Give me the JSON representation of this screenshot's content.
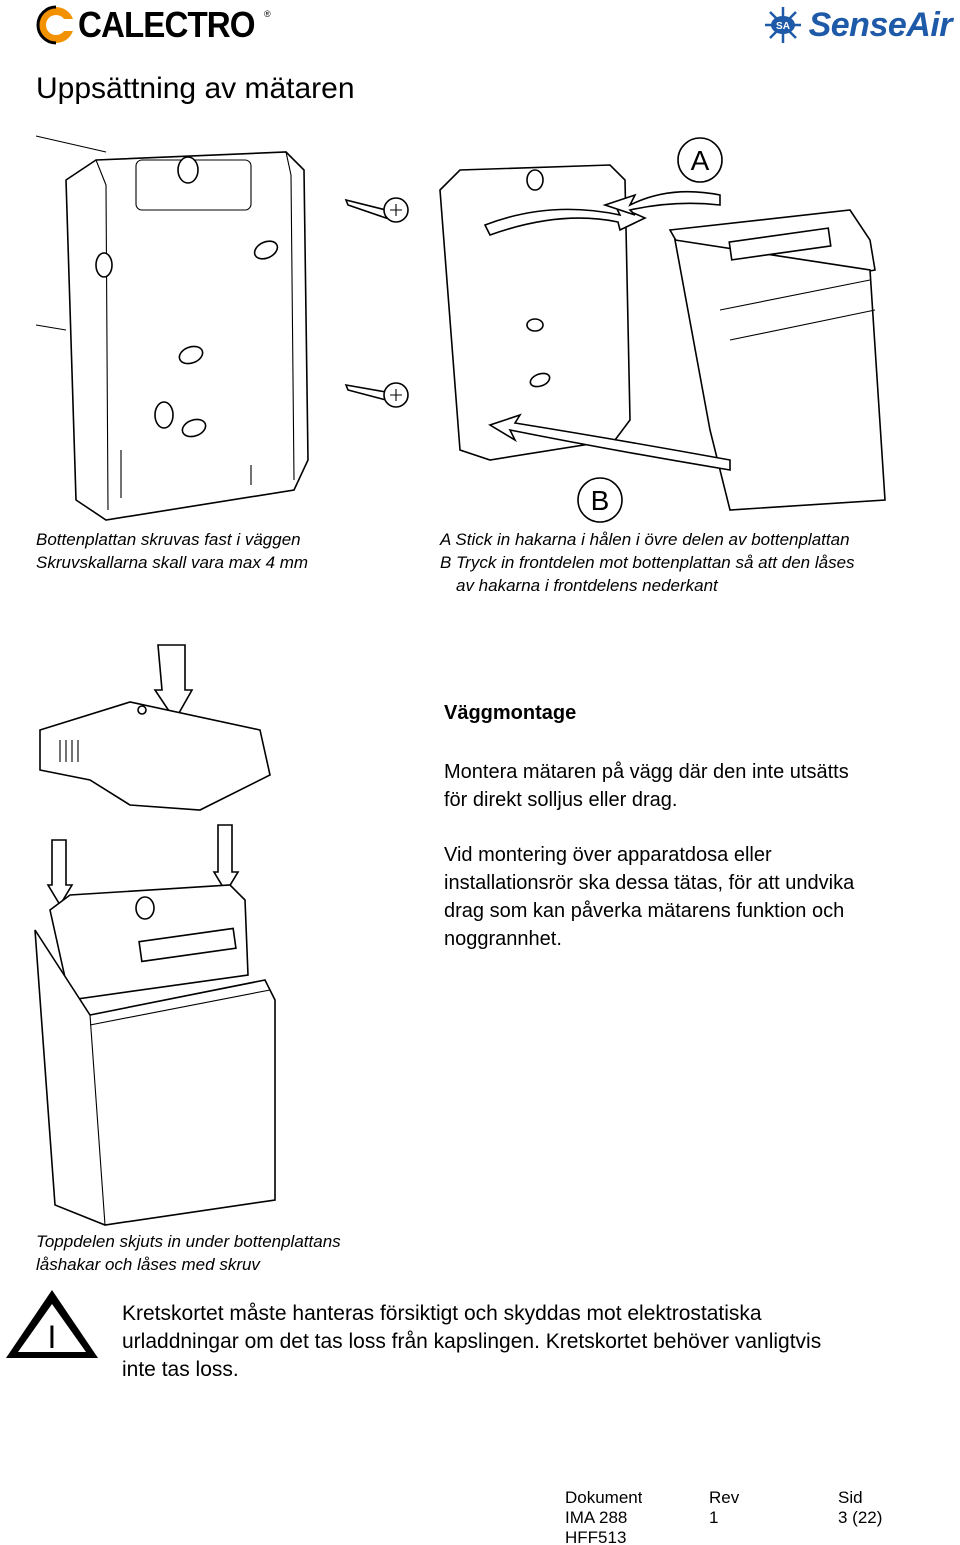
{
  "header": {
    "logo_left": "CALECTRO",
    "logo_left_registered": "®",
    "logo_right_badge": "SA",
    "logo_right": "SenseAir"
  },
  "page": {
    "title": "Uppsättning av mätaren"
  },
  "figure1": {
    "label_a": "A",
    "label_b": "B",
    "caption_left": [
      "Bottenplattan skruvas fast i väggen",
      "Skruvskallarna skall vara max 4 mm"
    ],
    "caption_right": [
      "A Stick in hakarna i hålen i övre delen av bottenplattan",
      "B Tryck in frontdelen mot bottenplattan så att den låses",
      "av hakarna i frontdelens nederkant"
    ]
  },
  "figure2": {
    "caption": [
      "Toppdelen skjuts in under bottenplattans",
      "låshakar och låses med skruv"
    ]
  },
  "wall_mount": {
    "heading": "Väggmontage",
    "paragraph1": [
      "Montera mätaren på vägg där den inte utsätts",
      "för direkt solljus eller drag."
    ],
    "paragraph2": [
      "Vid montering över apparatdosa eller",
      "installationsrör ska dessa tätas, för att undvika",
      "drag som kan påverka mätarens funktion och",
      "noggrannhet."
    ]
  },
  "warning": {
    "icon_glyph": "I",
    "text": [
      "Kretskortet måste hanteras försiktigt och skyddas mot elektrostatiska",
      "urladdningar om det tas loss från kapslingen. Kretskortet behöver vanligtvis",
      "inte tas loss."
    ]
  },
  "footer": {
    "doc_label": "Dokument",
    "doc_value": [
      "IMA 288",
      "HFF513"
    ],
    "rev_label": "Rev",
    "rev_value": "1",
    "sid_label": "Sid",
    "sid_value": "3 (22)"
  },
  "colors": {
    "senseair_blue": "#1e5aa8",
    "calectro_orange": "#f39200",
    "warning_yellow": "#ffffff"
  }
}
